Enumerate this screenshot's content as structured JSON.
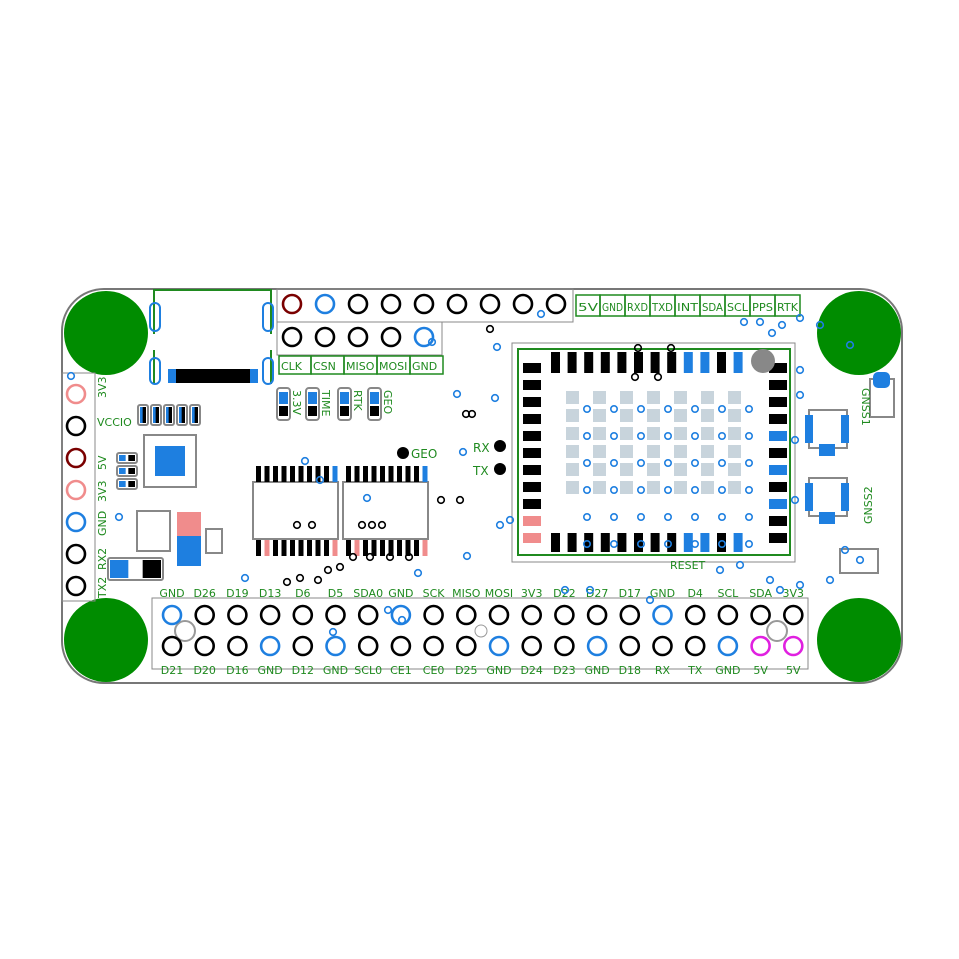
{
  "colors": {
    "board_outline": "#777777",
    "mount_hole": "#008c00",
    "silk": "#1f8a1f",
    "pad": "#000000",
    "via": "#1e7fe0",
    "pad_pink": "#f08c8c",
    "pad_darkred": "#7a0000",
    "pad_magenta": "#e020e0",
    "gnss_grid": "#c8d4dc",
    "gray": "#888888"
  },
  "top_header": {
    "row1_colors": [
      "darkred",
      "blue",
      "black",
      "black",
      "black",
      "black",
      "black",
      "black",
      "black"
    ],
    "row2_colors": [
      "black",
      "black",
      "black",
      "black",
      "blue"
    ],
    "labels": [
      "CLK",
      "CSN",
      "MISO",
      "MOSI",
      "GND"
    ]
  },
  "gnss_header_labels": [
    "5V",
    "GND",
    "RXD",
    "TXD",
    "INT",
    "SDA",
    "SCL",
    "PPS",
    "RTK"
  ],
  "left_header": {
    "colors": [
      "pink",
      "black",
      "darkred",
      "pink",
      "blue",
      "black",
      "black"
    ],
    "labels": [
      "3V3",
      "5V",
      "3V3",
      "GND",
      "RX2",
      "TX2"
    ],
    "vccio_label": "VCCIO"
  },
  "led_labels": [
    "3.3V",
    "TIME",
    "RTK",
    "GEO"
  ],
  "geo_label": "GEO",
  "rx_label": "RX",
  "tx_label": "TX",
  "reset_label": "RESET",
  "gnss1_label": "GNSS1",
  "gnss2_label": "GNSS2",
  "gpio_header": {
    "top_labels": [
      "GND",
      "D26",
      "D19",
      "D13",
      "D6",
      "D5",
      "SDA0",
      "GND",
      "SCK",
      "MISO",
      "MOSI",
      "3V3",
      "D22",
      "D27",
      "D17",
      "GND",
      "D4",
      "SCL",
      "SDA",
      "3V3"
    ],
    "bottom_labels": [
      "D21",
      "D20",
      "D16",
      "GND",
      "D12",
      "GND",
      "SCL0",
      "CE1",
      "CE0",
      "D25",
      "GND",
      "D24",
      "D23",
      "GND",
      "D18",
      "RX",
      "TX",
      "GND",
      "5V",
      "5V"
    ],
    "top_colors": [
      "blue",
      "black",
      "black",
      "black",
      "black",
      "black",
      "black",
      "blue",
      "black",
      "black",
      "black",
      "black",
      "black",
      "black",
      "black",
      "blue",
      "black",
      "black",
      "black",
      "black"
    ],
    "bottom_colors": [
      "black",
      "black",
      "black",
      "blue",
      "black",
      "blue",
      "black",
      "black",
      "black",
      "black",
      "blue",
      "black",
      "black",
      "blue",
      "black",
      "black",
      "black",
      "blue",
      "magenta",
      "magenta"
    ]
  }
}
